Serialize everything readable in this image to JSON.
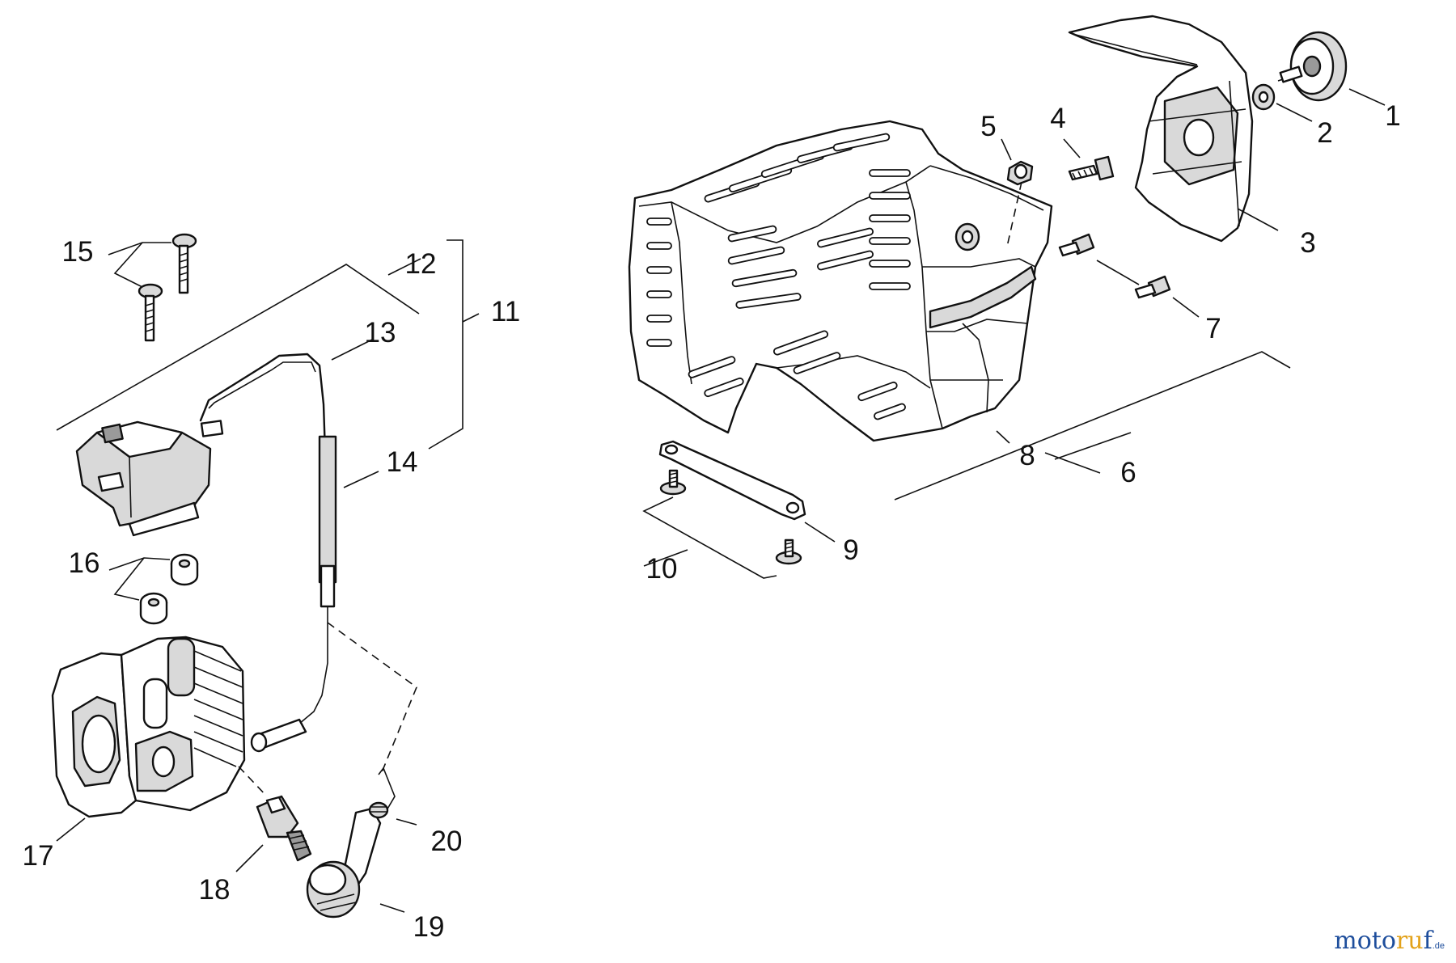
{
  "callouts": {
    "c1": "1",
    "c2": "2",
    "c3": "3",
    "c4": "4",
    "c5": "5",
    "c6": "6",
    "c7": "7",
    "c8": "8",
    "c9": "9",
    "c10": "10",
    "c11": "11",
    "c12": "12",
    "c13": "13",
    "c14": "14",
    "c15": "15",
    "c16": "16",
    "c17": "17",
    "c18": "18",
    "c19": "19",
    "c20": "20"
  },
  "watermark": {
    "part1": "moto",
    "part2": "ru",
    "part3": "f",
    "tld": ".de"
  }
}
